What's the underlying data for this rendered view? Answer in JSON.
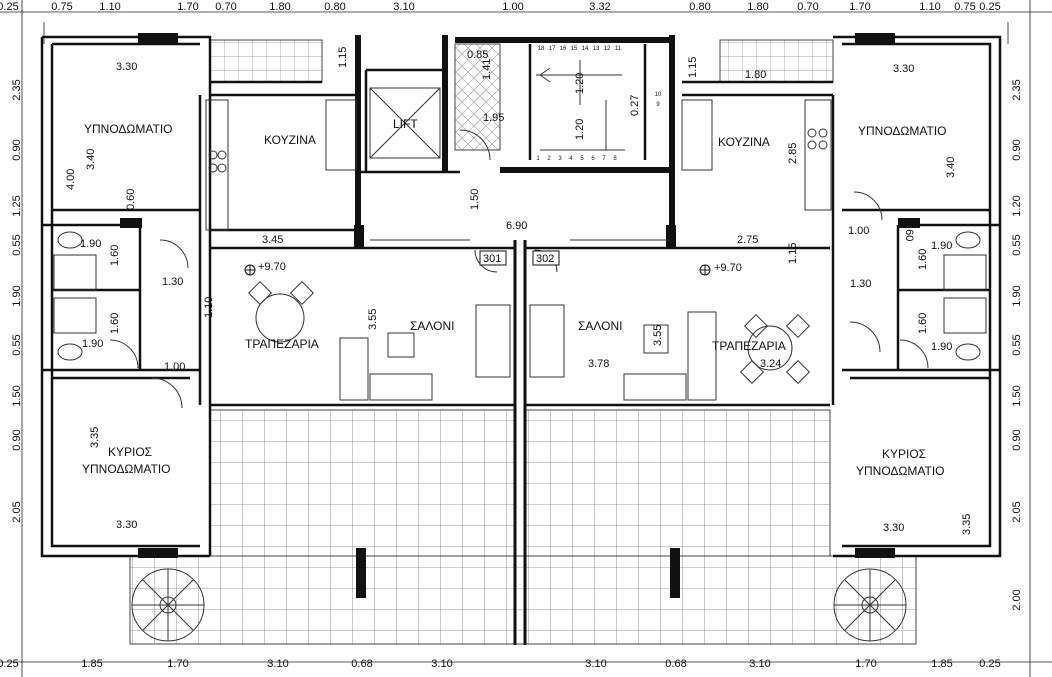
{
  "top_dims": [
    "0.25",
    "0.75",
    "1.10",
    "1.70",
    "0.70",
    "1.80",
    "0.80",
    "3.10",
    "1.00",
    "3.32",
    "0.80",
    "1.80",
    "0.70",
    "1.70",
    "1.10",
    "0.75",
    "0.25"
  ],
  "bottom_dims": [
    "0.25",
    "1.85",
    "1.70",
    "3.10",
    "0.68",
    "3.10",
    "3.10",
    "0.68",
    "3.10",
    "1.70",
    "1.85",
    "0.25"
  ],
  "left_dims": [
    "2.35",
    "0.90",
    "1.25",
    "0.55",
    "1.90",
    "0.55",
    "1.50",
    "0.90",
    "2.05"
  ],
  "right_dims": [
    "2.35",
    "0.90",
    "1.20",
    "0.55",
    "1.90",
    "0.55",
    "1.50",
    "0.90",
    "2.05",
    "2.00"
  ],
  "rooms": {
    "bed_left": "ΥΠΝΟΔΩΜΑΤΙΟ",
    "bed_right": "ΥΠΝΟΔΩΜΑΤΙΟ",
    "kitchen_left": "ΚΟΥΖΙΝΑ",
    "kitchen_right": "ΚΟΥΖΙΝΑ",
    "lift": "LIFT",
    "salon_left": "ΣΑΛΟΝΙ",
    "salon_right": "ΣΑΛΟΝΙ",
    "dining_left": "ΤΡΑΠΕΖΑΡΙΑ",
    "dining_right": "ΤΡΑΠΕΖΑΡΙΑ",
    "master_left_1": "ΚΥΡΙΟΣ",
    "master_left_2": "ΥΠΝΟΔΩΜΑΤΙΟ",
    "master_right_1": "ΚΥΡΙΟΣ",
    "master_right_2": "ΥΠΝΟΔΩΜΑΤΙΟ"
  },
  "units": {
    "left": "301",
    "right": "302"
  },
  "levels": {
    "left": "+9.70",
    "right": "+9.70"
  },
  "inner_dims": {
    "bed_l_w": "3.30",
    "bed_l_h": "3.40",
    "bed_l_4": "4.00",
    "bed_l_060": "0.60",
    "bath_l_190a": "1.90",
    "bath_l_160a": "1.60",
    "bath_l_130": "1.30",
    "bath_l_160b": "1.60",
    "bath_l_190b": "1.90",
    "bath_l_110": "1.10",
    "bath_l_100": "1.00",
    "master_l_335": "3.35",
    "master_l_w": "3.30",
    "kitchen_l_115": "1.15",
    "corr_l_345": "3.45",
    "salon_l_355": "3.55",
    "stair_085": "0.85",
    "stair_141": "1.41",
    "stair_120a": "1.20",
    "stair_120b": "1.20",
    "stair_195": "1.95",
    "stair_027": "0.27",
    "stair_150": "1.50",
    "hall_690": "6.90",
    "kitchen_r_115": "1.15",
    "kitchen_r_180": "1.80",
    "kitchen_r_285": "2.85",
    "corr_r_275": "2.75",
    "corr_r_115": "1.15",
    "salon_r_378": "3.78",
    "salon_r_355": "3.55",
    "dining_r_324": "3.24",
    "bed_r_w": "3.30",
    "bed_r_h": "3.40",
    "bed_r_060": "0.60",
    "bed_r_100": "1.00",
    "bath_r_190a": "1.90",
    "bath_r_160a": "1.60",
    "bath_r_130": "1.30",
    "bath_r_160b": "1.60",
    "bath_r_190b": "1.90",
    "master_r_w": "3.30",
    "master_r_335": "3.35"
  },
  "stair_steps": [
    "1",
    "2",
    "3",
    "4",
    "5",
    "6",
    "7",
    "8",
    "9",
    "10",
    "11",
    "12",
    "13",
    "14",
    "15",
    "16",
    "17",
    "18"
  ]
}
